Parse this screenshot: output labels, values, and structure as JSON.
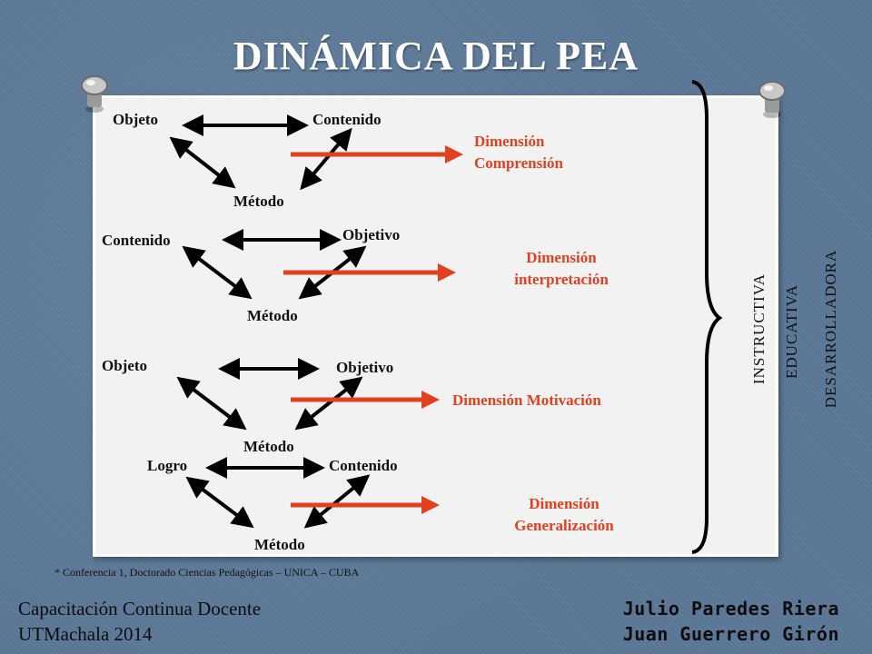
{
  "title": "DINÁMICA DEL PEA",
  "groups": [
    {
      "top_left": "Objeto",
      "top_right": "Contenido",
      "bottom": "Método",
      "dimension_line1": "Dimensión",
      "dimension_line2": "Comprensión"
    },
    {
      "top_left": "Contenido",
      "top_right": "Objetivo",
      "bottom": "Método",
      "dimension_line1": "Dimensión",
      "dimension_line2": "interpretación"
    },
    {
      "top_left": "Objeto",
      "top_right": "Objetivo",
      "bottom": "Método",
      "dimension": "Dimensión Motivación"
    },
    {
      "top_left": "Logro",
      "top_right": "Contenido",
      "bottom": "Método",
      "dimension_line1": "Dimensión",
      "dimension_line2": "Generalización"
    }
  ],
  "vertical_labels": [
    "INSTRUCTIVA",
    "EDUCATIVA",
    "DESARROLLADORA"
  ],
  "footnote": "* Conferencia 1, Doctorado Ciencias Pedagógicas – UNICA – CUBA",
  "footer": {
    "left_line1": "Capacitación Continua Docente",
    "left_line2": "UTMachala 2014",
    "right_line1": "Julio Paredes Riera",
    "right_line2": "Juan Guerrero Girón"
  },
  "colors": {
    "background": "#5b7897",
    "accent_arrow": "#e2401e",
    "dimension_text": "#e2401e",
    "card": "#f2f2f2"
  },
  "icons": [
    "pushpin-icon",
    "pushpin-icon"
  ]
}
